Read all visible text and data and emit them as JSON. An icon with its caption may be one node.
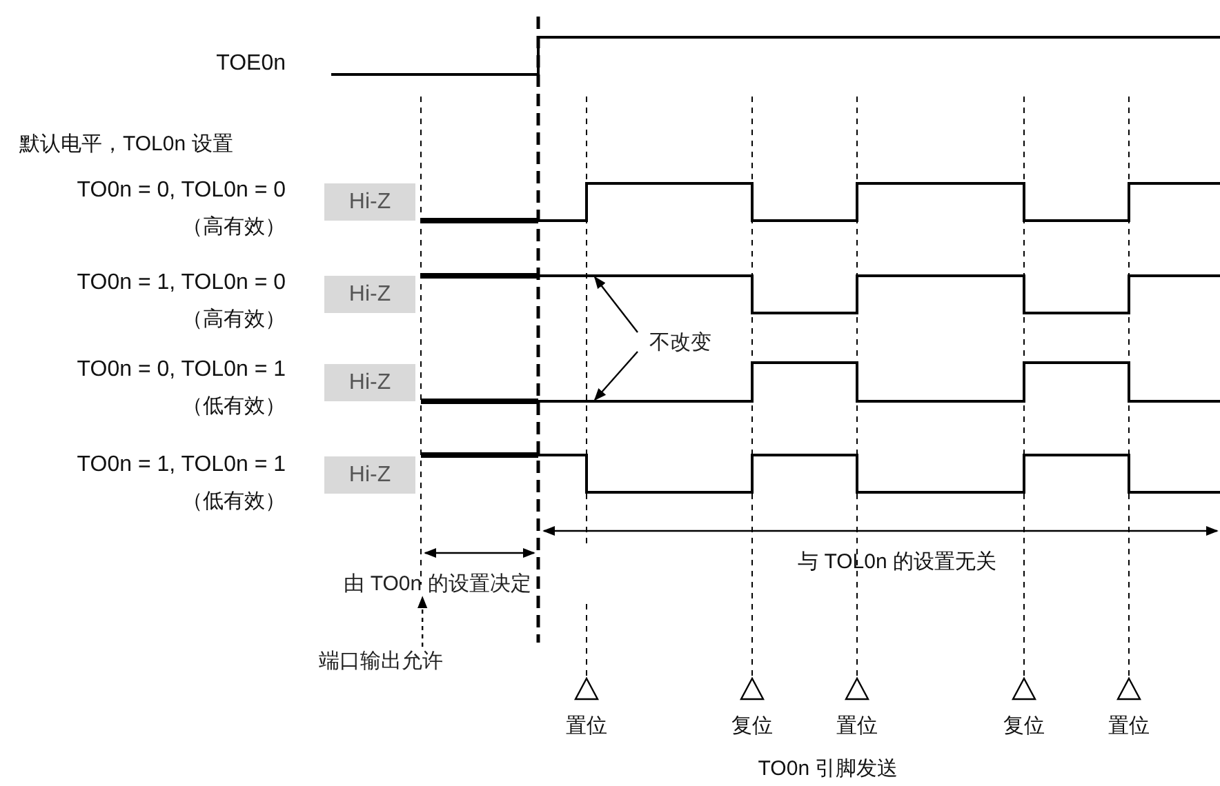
{
  "diagram": {
    "nodes": [
      {
        "text": [],
        "shape": "waveform"
      },
      {
        "text": [
          "Hi-Z"
        ]
      },
      {
        "text": [],
        "shape": "waveform"
      },
      {
        "text": [
          "Hi-Z"
        ]
      },
      {
        "text": [],
        "shape": "waveform"
      },
      {
        "text": [
          "Hi-Z"
        ]
      },
      {
        "text": [],
        "shape": "waveform"
      },
      {
        "text": [
          "Hi-Z"
        ]
      },
      {
        "text": [],
        "shape": "waveform"
      },
      {
        "text": [
          "不改变"
        ]
      },
      {
        "text": [
          "由 TO0n 的设置决定"
        ]
      },
      {
        "text": [
          "端口输出允许"
        ]
      }
    ],
    "edges": [
      {
        "from": 9,
        "to": 4,
        "arrow": "to"
      },
      {
        "from": 9,
        "to": 6,
        "arrow": "to"
      },
      {
        "from": 11,
        "to": 10,
        "arrow": "to",
        "style": "dashed"
      }
    ],
    "labels": [
      "TOE0n",
      "默认电平，TOL0n 设置",
      "TO0n = 0, TOL0n = 0",
      "（高有效）",
      "TO0n = 1, TOL0n = 0",
      "（高有效）",
      "TO0n = 0, TOL0n = 1",
      "（低有效）",
      "TO0n = 1, TOL0n = 1",
      "（低有效）",
      "与 TOL0n 的设置无关",
      "置位",
      "复位",
      "置位",
      "复位",
      "置位",
      "TO0n 引脚发送"
    ]
  }
}
